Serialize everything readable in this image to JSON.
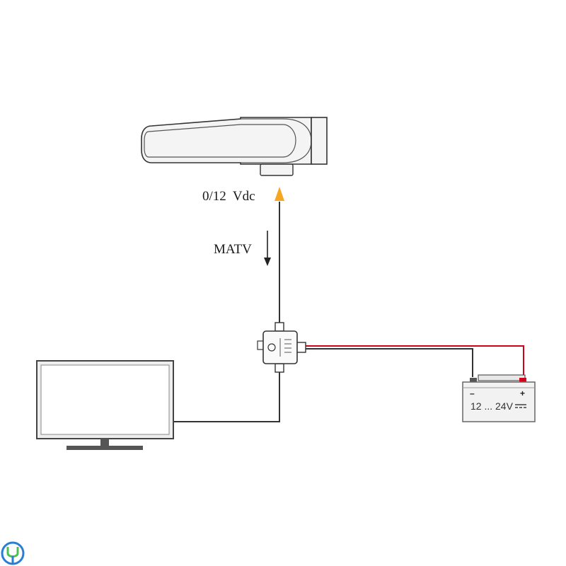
{
  "labels": {
    "power": "0/12  Vdc",
    "signal": "MATV",
    "battery_voltage": "12 ... 24V",
    "battery_minus": "–",
    "battery_plus": "+"
  },
  "icons": {
    "antenna": "satellite-antenna-icon",
    "splitter": "power-inserter-icon",
    "tv": "tv-monitor-icon",
    "battery": "battery-icon",
    "dc_symbol": "dc-symbol-icon",
    "brand": "brand-logo-icon"
  },
  "colors": {
    "power_arrow": "#f5a623",
    "positive_wire": "#d0021b",
    "cable": "#333333",
    "brand_blue": "#2a7fd4",
    "brand_green": "#4cc04c"
  }
}
